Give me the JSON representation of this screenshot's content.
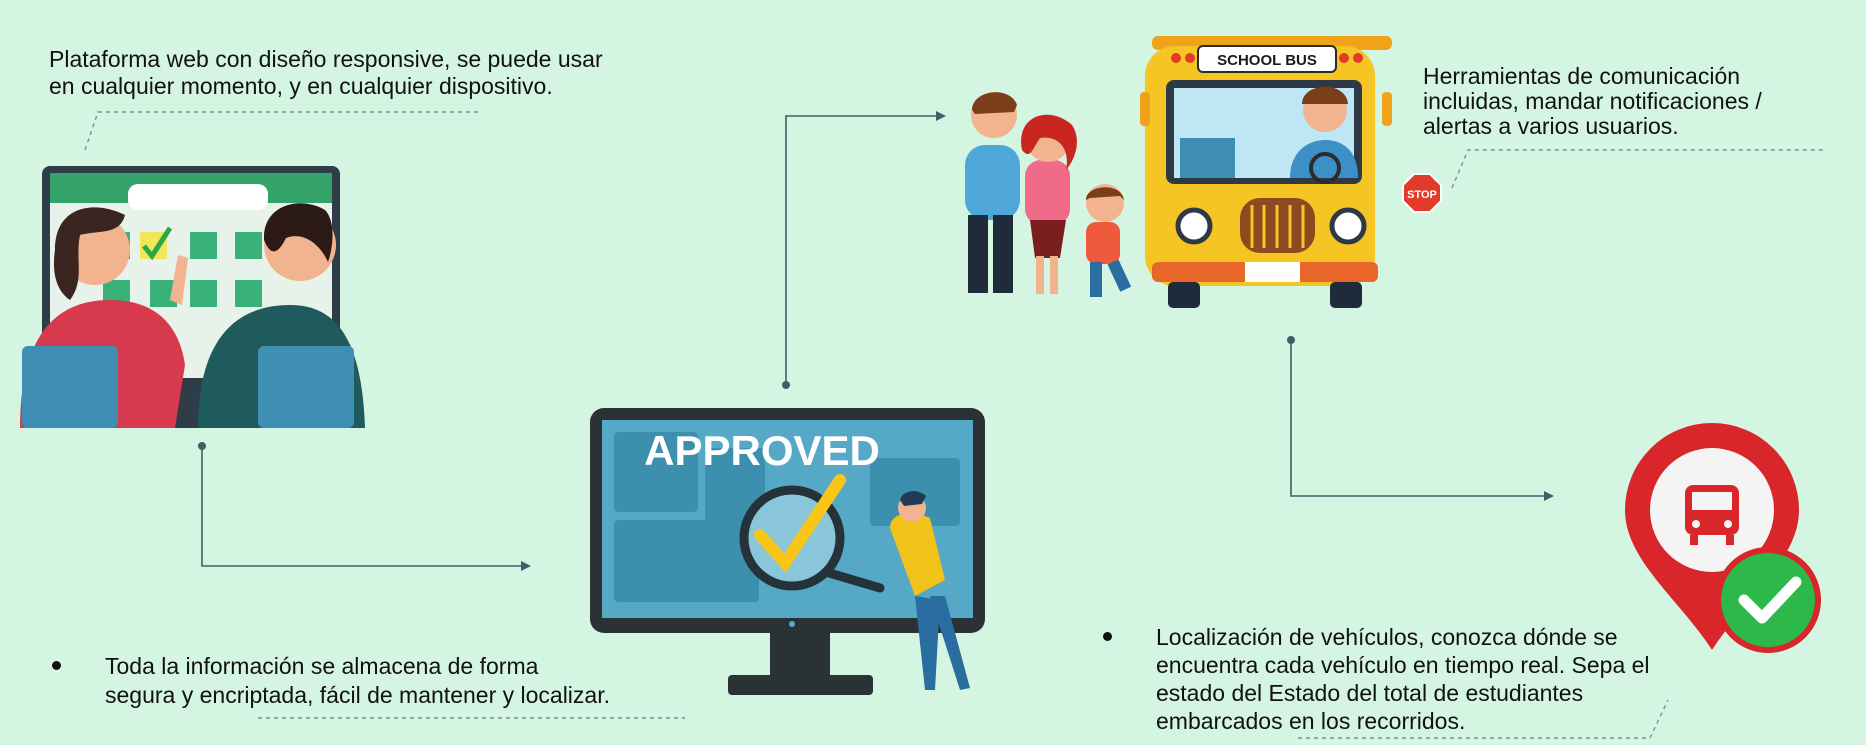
{
  "texts": {
    "responsive": [
      "Plataforma web con diseño responsive, se puede usar",
      "en cualquier momento, y en cualquier dispositivo."
    ],
    "communication": [
      "Herramientas de comunicación",
      "incluidas, mandar notificaciones /",
      "alertas a varios usuarios."
    ],
    "storage": [
      "Toda la información se almacena de forma",
      "segura y encriptada, fácil de mantener y localizar."
    ],
    "location": [
      "Localización de vehículos, conozca dónde se",
      "encuentra cada vehículo en tiempo real. Sepa el",
      "estado del Estado del total de estudiantes",
      "embarcados en los recorridos."
    ]
  },
  "labels": {
    "approved": "APPROVED",
    "school_bus": "SCHOOL BUS",
    "stop": "STOP"
  },
  "colors": {
    "background": "#d4f5e2",
    "connector": "#445c66",
    "screen_blue": "#4aa3c7",
    "bus_yellow": "#f5c524",
    "pin_red": "#d8262a",
    "check_green": "#2db84a"
  },
  "icons": [
    "people-at-computer-illustration",
    "approved-monitor-illustration",
    "family-and-school-bus-illustration",
    "bus-location-pin-icon",
    "green-check-icon"
  ]
}
